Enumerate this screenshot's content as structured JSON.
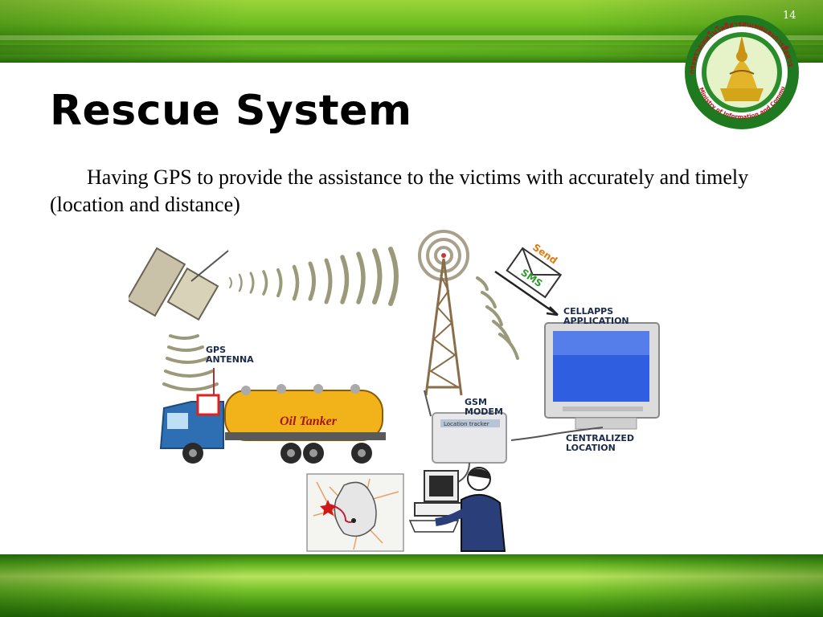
{
  "slide": {
    "number": "14",
    "title": "Rescue System",
    "body": "Having GPS to provide the assistance to the victims with accurately and timely (location and distance)"
  },
  "logo": {
    "top_text": "กระทรวงเทคโนโลยีสารสนเทศและการสื่อสาร",
    "bottom_text": "Ministry of Information and Communication Technology"
  },
  "diagram": {
    "labels": {
      "gps_antenna": "GPS\nANTENNA",
      "cellapps": "CELLAPPS\nAPPLICATION",
      "gsm_modem": "GSM\nMODEM",
      "centralized": "CENTRALIZED\nLOCATION"
    },
    "truck_text": "Oil Tanker",
    "sms_send": "Send",
    "sms_label": "SMS",
    "modem_screen": "Location tracker"
  },
  "colors": {
    "band_green": "#6fbf22",
    "label_navy": "#1a2a4a",
    "tanker_yellow": "#f2b21a",
    "cab_blue": "#2e6fb3",
    "screen_blue": "#2f5fe0"
  }
}
